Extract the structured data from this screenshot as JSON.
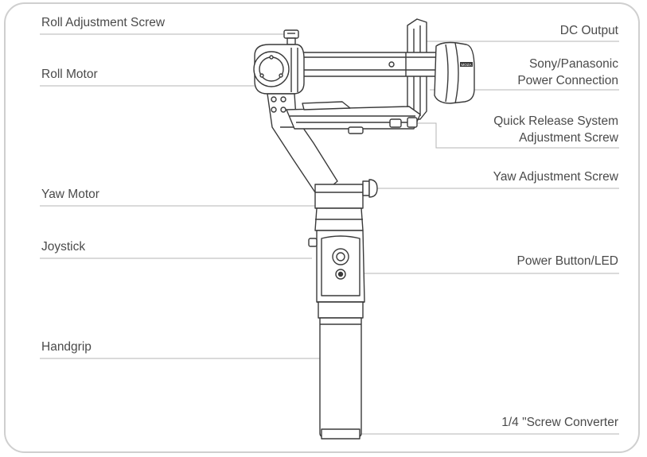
{
  "labels": {
    "roll_adjustment_screw": "Roll Adjustment Screw",
    "roll_motor": "Roll Motor",
    "yaw_motor": "Yaw Motor",
    "joystick": "Joystick",
    "handgrip": "Handgrip",
    "dc_output": "DC Output",
    "sony_panasonic_line1": "Sony/Panasonic",
    "sony_panasonic_line2": "Power Connection",
    "quick_release_line1": "Quick Release System",
    "quick_release_line2": "Adjustment Screw",
    "yaw_adjustment_screw": "Yaw Adjustment Screw",
    "power_button_led": "Power Button/LED",
    "screw_converter": "1/4 \"Screw Converter"
  },
  "device_badge": "MOZA",
  "colors": {
    "label_text": "#4a4a4a",
    "leader_line": "#b5b5b5",
    "drawing_stroke": "#3a3a3a",
    "frame_border": "#cfcfcf"
  }
}
